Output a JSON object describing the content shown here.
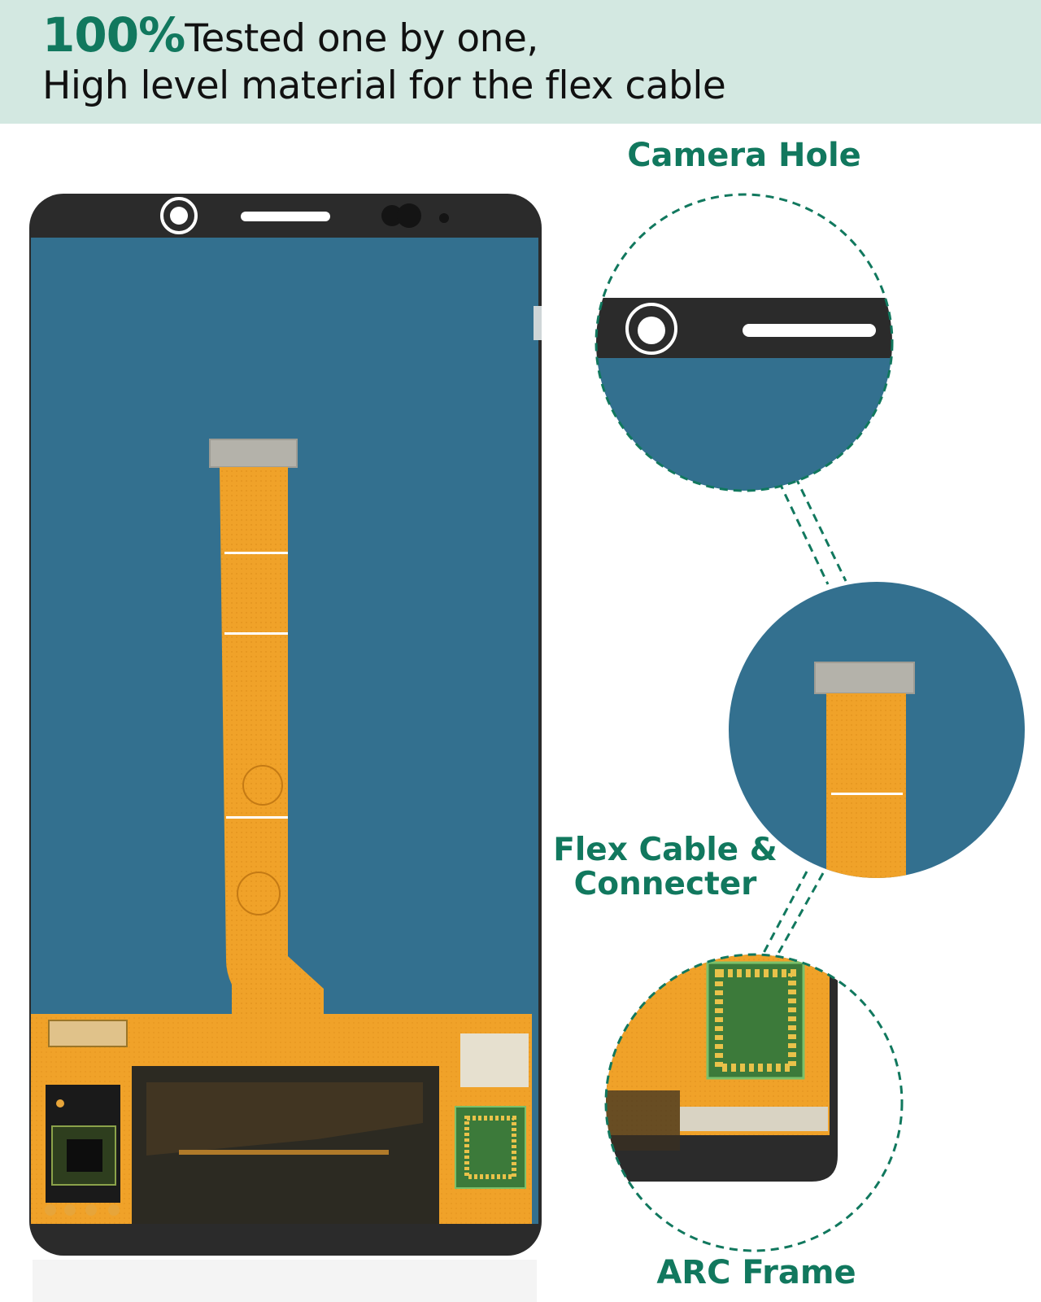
{
  "header": {
    "highlight": "100%",
    "line1": "Tested one by one,",
    "line2": "High level material for the flex cable"
  },
  "callouts": {
    "camera": "Camera Hole",
    "flex_line1": "Flex Cable &",
    "flex_line2": "Connecter",
    "frame": "ARC Frame"
  },
  "colors": {
    "accent": "#11785e",
    "header_bg": "#d3e8e1",
    "screen_blue": "#33708f",
    "bezel": "#2b2b2b",
    "flex_orange": "#f0a229"
  }
}
